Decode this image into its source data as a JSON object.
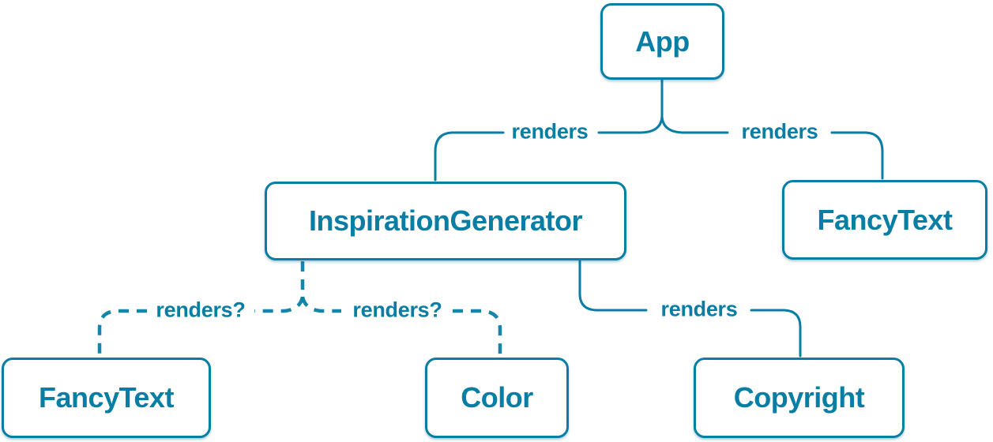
{
  "diagram": {
    "type": "component-tree",
    "colors": {
      "accent": "#087ea4",
      "node_fill": "#ffffff",
      "background": "#ffffff"
    },
    "nodes": [
      {
        "id": "app",
        "label": "App"
      },
      {
        "id": "inspiration-generator",
        "label": "InspirationGenerator"
      },
      {
        "id": "fancy-text-top",
        "label": "FancyText"
      },
      {
        "id": "fancy-text-bottom",
        "label": "FancyText"
      },
      {
        "id": "color",
        "label": "Color"
      },
      {
        "id": "copyright",
        "label": "Copyright"
      }
    ],
    "edges": [
      {
        "from": "app",
        "to": "inspiration-generator",
        "label": "renders",
        "style": "solid"
      },
      {
        "from": "app",
        "to": "fancy-text-top",
        "label": "renders",
        "style": "solid"
      },
      {
        "from": "inspiration-generator",
        "to": "fancy-text-bottom",
        "label": "renders?",
        "style": "dashed"
      },
      {
        "from": "inspiration-generator",
        "to": "color",
        "label": "renders?",
        "style": "dashed"
      },
      {
        "from": "inspiration-generator",
        "to": "copyright",
        "label": "renders",
        "style": "solid"
      }
    ]
  }
}
